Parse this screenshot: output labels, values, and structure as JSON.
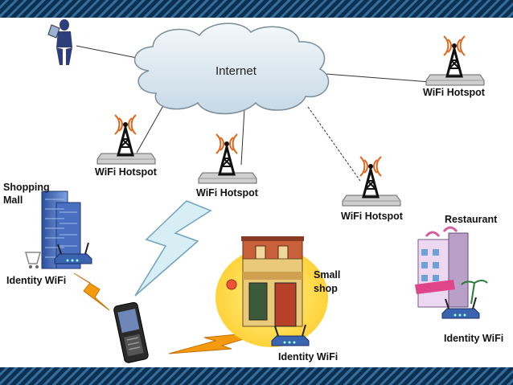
{
  "colors": {
    "band_dark": "#0e2f4e",
    "band_light": "#2f6e9e",
    "cloud_fill": "#dfeaf2",
    "signal_orange": "#f59a0c",
    "signal_blue": "#d8eef5",
    "shop_glow": "#ffe25c"
  },
  "icons": [
    "laptop-user-icon",
    "cloud-icon",
    "wifi-tower-icon",
    "building-icon",
    "router-icon",
    "mobile-phone-icon",
    "shop-icon",
    "lightning-icon"
  ],
  "cloud": {
    "label": "Internet"
  },
  "hotspots": [
    {
      "label": "WiFi Hotspot"
    },
    {
      "label": "WiFi Hotspot"
    },
    {
      "label": "WiFi Hotspot"
    },
    {
      "label": "WiFi Hotspot"
    }
  ],
  "locations": {
    "mall": {
      "label": "Shopping Mall",
      "line1": "Shopping",
      "line2": "Mall",
      "wifi": "Identity WiFi"
    },
    "shop": {
      "label": "Small shop",
      "line1": "Small",
      "line2": "shop",
      "wifi": "Identity WiFi"
    },
    "restaurant": {
      "label": "Restaurant",
      "wifi": "Identity WiFi"
    }
  }
}
